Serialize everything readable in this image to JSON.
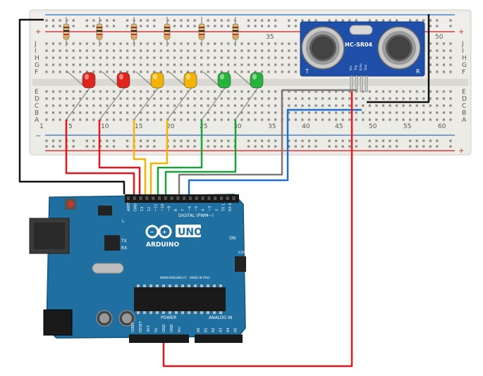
{
  "breadboard": {
    "column_numbers_top": [
      "35",
      "50"
    ],
    "column_numbers_bottom": [
      "1",
      "5",
      "10",
      "15",
      "20",
      "25",
      "30",
      "35",
      "40",
      "45",
      "50",
      "55",
      "60"
    ],
    "row_letters_upper": [
      "J",
      "I",
      "H",
      "G",
      "F"
    ],
    "row_letters_lower": [
      "E",
      "D",
      "C",
      "B",
      "A"
    ],
    "rail_plus": "+",
    "rail_minus": "−"
  },
  "sensor": {
    "model": "HC-SR04",
    "left_transducer_label": "T",
    "right_transducer_label": "R",
    "pins": [
      "Vcc",
      "Trig",
      "Echo",
      "Gnd"
    ]
  },
  "leds": [
    {
      "color": "#e0261c"
    },
    {
      "color": "#e0261c"
    },
    {
      "color": "#f2b400"
    },
    {
      "color": "#f2b400"
    },
    {
      "color": "#27b33b"
    },
    {
      "color": "#27b33b"
    }
  ],
  "arduino": {
    "logo_text": "ARDUINO",
    "uno_text": "UNO",
    "digital_header_label": "DIGITAL (PWM~)",
    "digital_pins": [
      "AREF",
      "GND",
      "13",
      "12",
      "~11",
      "~10",
      "~9",
      "8",
      "7",
      "~6",
      "~5",
      "4",
      "~3",
      "2",
      "TX 1",
      "RX 0"
    ],
    "power_label": "POWER",
    "analog_label": "ANALOG IN",
    "power_pins": [
      "IOREF",
      "RESET",
      "3V3",
      "5V",
      "GND",
      "GND",
      "Vin"
    ],
    "analog_pins": [
      "A0",
      "A1",
      "A2",
      "A3",
      "A4",
      "A5"
    ],
    "on_label": "ON",
    "icsp_label": "ICSP",
    "l_label": "L",
    "tx_label": "TX",
    "rx_label": "RX",
    "website": "WWW.ARDUINO.CC - MADE IN ITALY"
  },
  "wire_colors": {
    "red": "#e4151b",
    "yellow": "#f5b400",
    "green": "#1aa13a",
    "gray": "#7a7a7a",
    "blue": "#1e6fd0",
    "black": "#111111"
  }
}
